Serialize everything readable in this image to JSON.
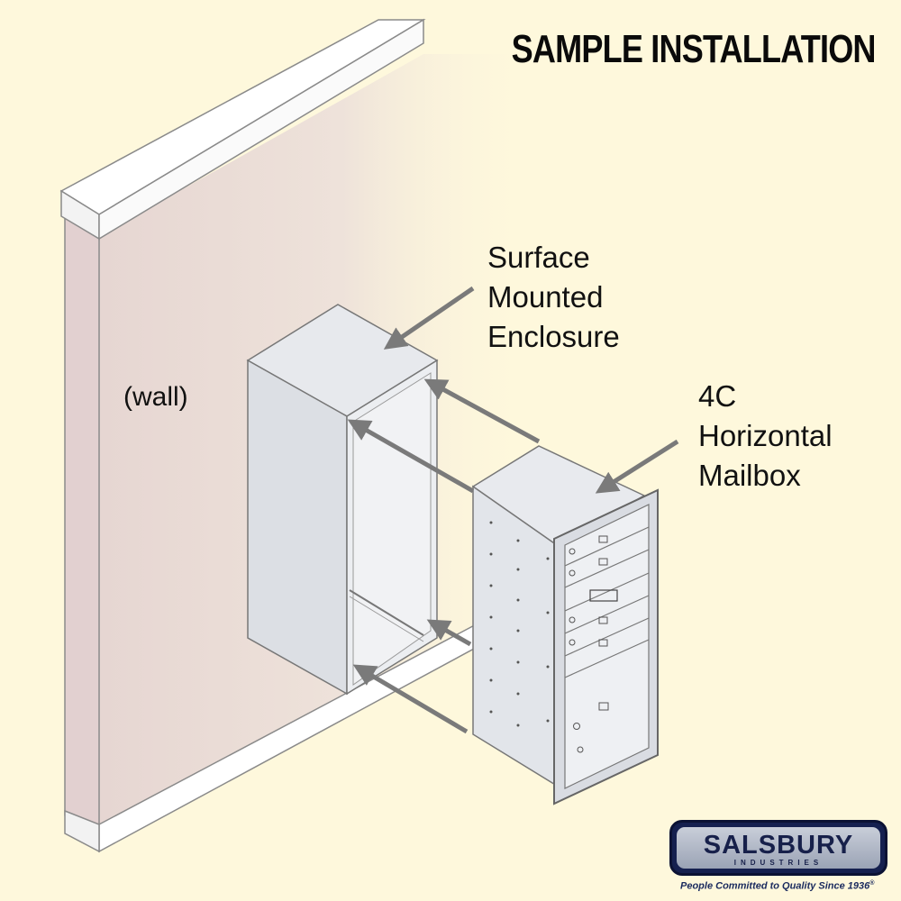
{
  "title": "SAMPLE INSTALLATION",
  "labels": {
    "wall": "(wall)",
    "enclosure": [
      "Surface",
      "Mounted",
      "Enclosure"
    ],
    "mailbox": [
      "4C",
      "Horizontal",
      "Mailbox"
    ]
  },
  "logo": {
    "name": "SALSBURY",
    "subtitle": "INDUSTRIES",
    "tagline": "People Committed to Quality Since 1936",
    "tagline_mark": "®"
  },
  "colors": {
    "background": "#fef8dc",
    "wall": "#eadfd6",
    "metal": "#e2e5ea",
    "arrow": "#7a7a7a",
    "logo_navy": "#15204f"
  }
}
